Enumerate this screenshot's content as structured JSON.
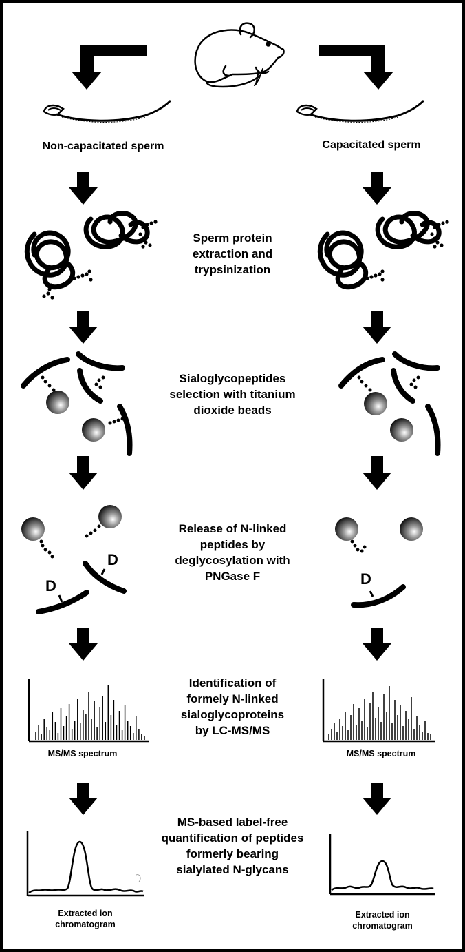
{
  "left_column": {
    "sample_label": "Non-capacitated sperm",
    "spectrum_label": "MS/MS spectrum",
    "chromatogram_label_1": "Extracted ion",
    "chromatogram_label_2": "chromatogram",
    "deglyco_mark_1": "D",
    "deglyco_mark_2": "D"
  },
  "right_column": {
    "sample_label": "Capacitated sperm",
    "spectrum_label": "MS/MS spectrum",
    "chromatogram_label_1": "Extracted ion",
    "chromatogram_label_2": "chromatogram",
    "deglyco_mark_1": "D"
  },
  "steps": [
    {
      "lines": [
        "Sperm protein",
        "extraction and",
        "trypsinization"
      ]
    },
    {
      "lines": [
        "Sialoglycopeptides",
        "selection with titanium",
        "dioxide beads"
      ]
    },
    {
      "lines": [
        "Release of N-linked",
        "peptides by",
        "deglycosylation with",
        "PNGase F"
      ]
    },
    {
      "lines": [
        "Identification of",
        "formely N-linked",
        "sialoglycoproteins",
        "by LC-MS/MS"
      ]
    },
    {
      "lines": [
        "MS-based label-free",
        "quantification of peptides",
        "formerly bearing",
        "sialylated N-glycans"
      ]
    }
  ],
  "colors": {
    "ink": "#000000",
    "background": "#ffffff"
  }
}
